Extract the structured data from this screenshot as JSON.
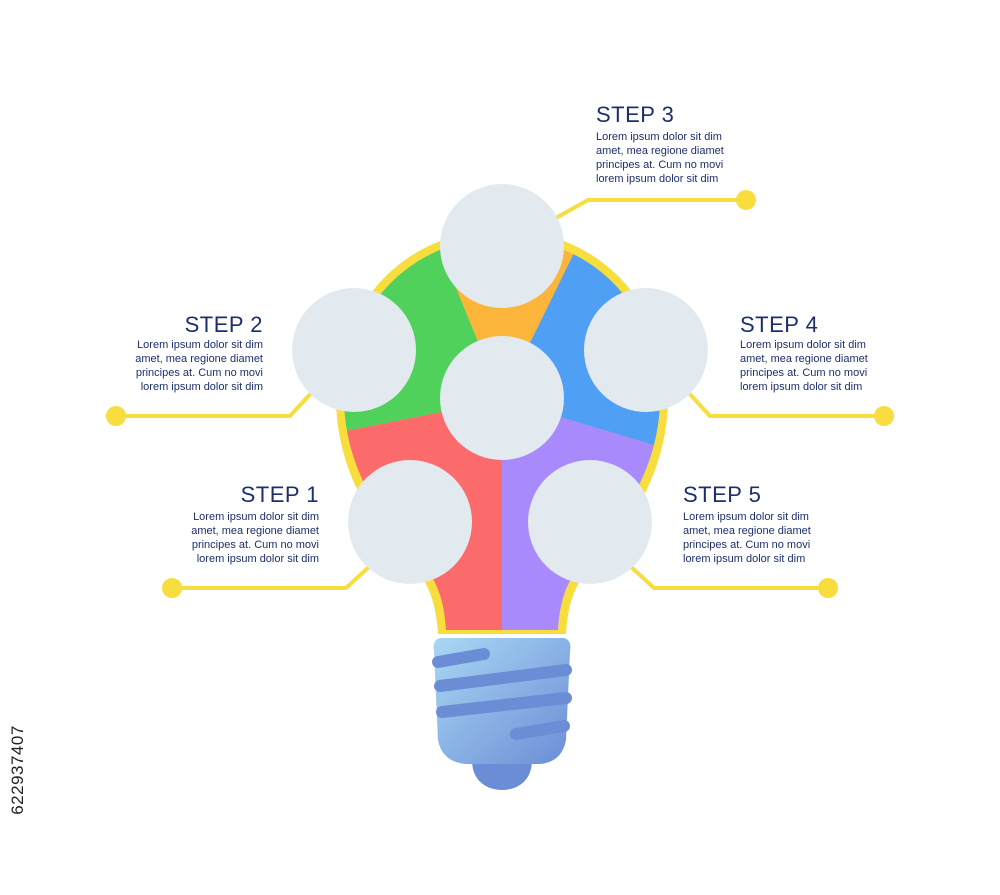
{
  "colors": {
    "outline": "#f7dd3e",
    "connector": "#f7dd3e",
    "circle": "#e3eaef",
    "segment_top": "#fbb53a",
    "segment_upper_left": "#4fd15c",
    "segment_upper_right": "#4f9ff4",
    "segment_lower_left": "#fb6b6b",
    "segment_lower_right": "#a98afc",
    "base_light": "#a9d8f4",
    "base_dark": "#6b8dd6",
    "title_text": "#1d2f6b"
  },
  "steps": [
    {
      "title": "STEP 1",
      "text": "Lorem ipsum dolor sit dim\namet, mea regione diamet\nprincipes at. Cum no movi\nlorem ipsum dolor sit dim"
    },
    {
      "title": "STEP 2",
      "text": "Lorem ipsum dolor sit dim\namet, mea regione diamet\nprincipes at. Cum no movi\nlorem ipsum dolor sit dim"
    },
    {
      "title": "STEP 3",
      "text": "Lorem ipsum dolor sit dim\namet, mea regione diamet\nprincipes at. Cum no movi\nlorem ipsum dolor sit dim"
    },
    {
      "title": "STEP 4",
      "text": "Lorem ipsum dolor sit dim\namet, mea regione diamet\nprincipes at. Cum no movi\nlorem ipsum dolor sit dim"
    },
    {
      "title": "STEP 5",
      "text": "Lorem ipsum dolor sit dim\namet, mea regione diamet\nprincipes at. Cum no movi\nlorem ipsum dolor sit dim"
    }
  ],
  "watermark": "622937407",
  "icons": {
    "bulb": "lightbulb-icon"
  }
}
